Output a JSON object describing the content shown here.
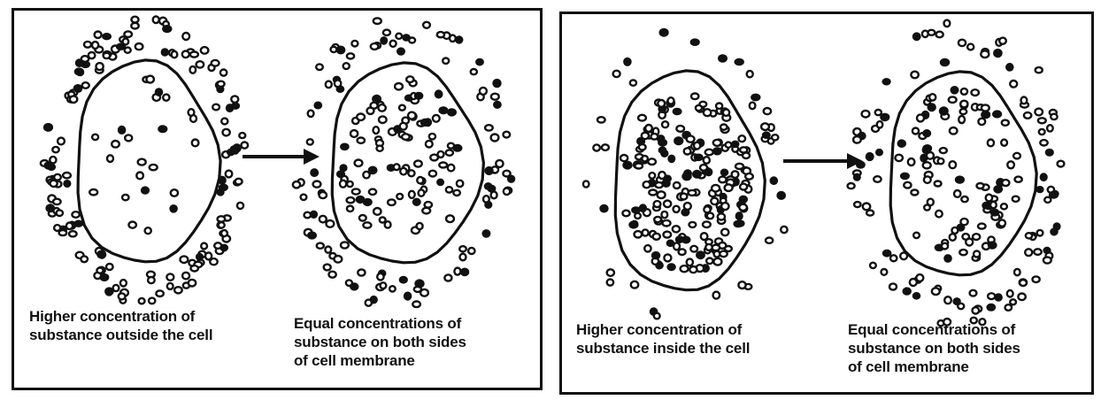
{
  "panels": [
    {
      "id": "outside-to-equal",
      "caption_before": "Higher concentration of\nsubstance outside the cell",
      "caption_after": "Equal concentrations of\nsubstance on both sides\nof cell membrane"
    },
    {
      "id": "inside-to-equal",
      "caption_before": "Higher concentration of\nsubstance inside the cell",
      "caption_after": "Equal concentrations of\nsubstance on both sides\nof cell membrane"
    }
  ],
  "colors": {
    "ink": "#111111",
    "background": "#ffffff"
  }
}
